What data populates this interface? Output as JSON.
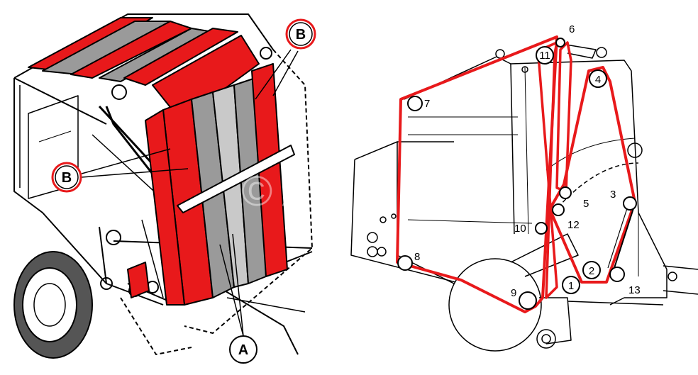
{
  "left_figure": {
    "callout_a": "A",
    "callout_b_top": "B",
    "callout_b_left": "B",
    "watermark": "© A"
  },
  "right_figure": {
    "rollers": {
      "r1": "1",
      "r2": "2",
      "r3": "3",
      "r4": "4",
      "r5": "5",
      "r6": "6",
      "r7": "7",
      "r8": "8",
      "r9": "9",
      "r10": "10",
      "r11": "11",
      "r12": "12",
      "r13": "13"
    }
  },
  "colors": {
    "belt": "#e8191b",
    "line": "#000000",
    "background": "#ffffff"
  }
}
